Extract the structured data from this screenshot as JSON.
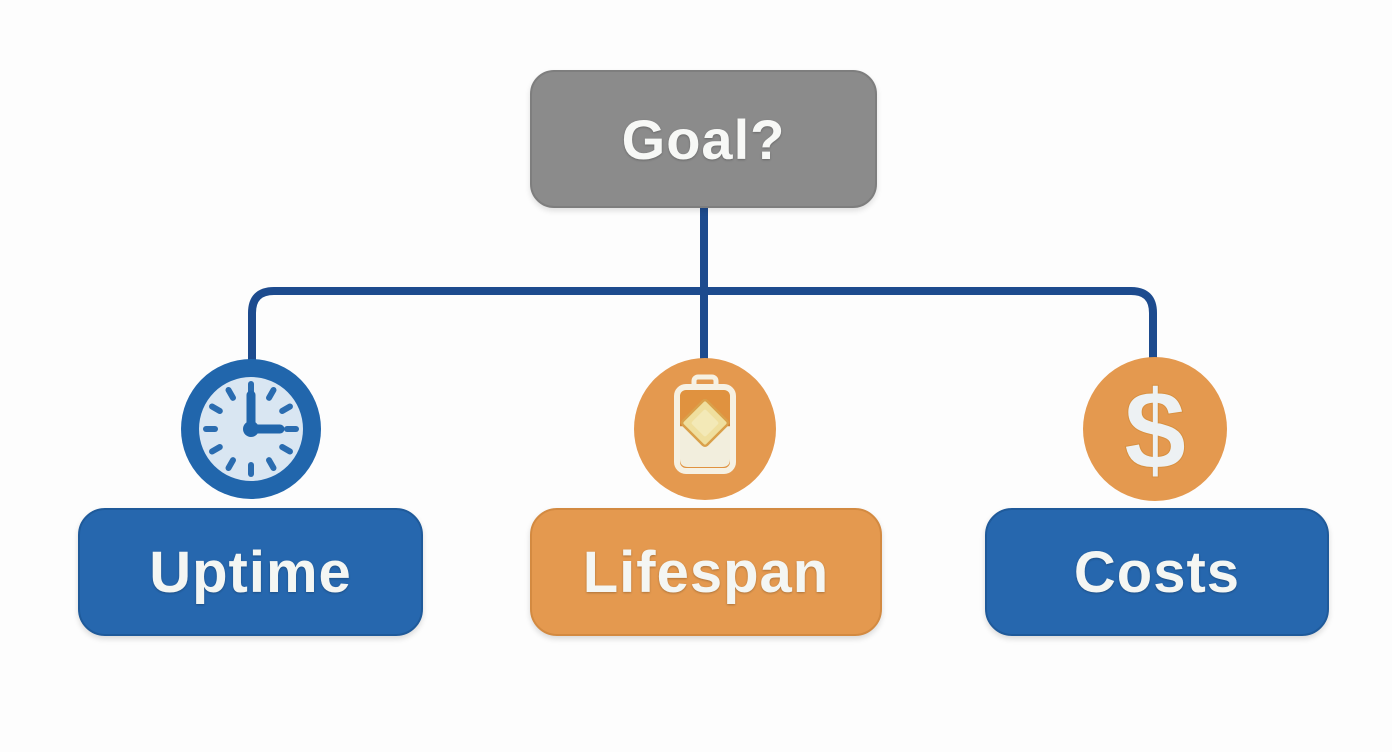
{
  "diagram": {
    "root": {
      "label": "Goal?"
    },
    "branches": [
      {
        "id": "uptime",
        "label": "Uptime",
        "icon": "clock-icon",
        "box_color": "#2667ae",
        "icon_color": "#2667ae"
      },
      {
        "id": "lifespan",
        "label": "Lifespan",
        "icon": "battery-icon",
        "box_color": "#e4994f",
        "icon_color": "#e4994f"
      },
      {
        "id": "costs",
        "label": "Costs",
        "icon": "dollar-icon",
        "box_color": "#2667ae",
        "icon_color": "#e4994f"
      }
    ],
    "icons": {
      "dollar_symbol": "$"
    },
    "colors": {
      "background": "#fdfdfd",
      "root_box": "#8b8b8b",
      "blue": "#2667ae",
      "orange": "#e4994f",
      "connector": "#1d4b8e",
      "label_text": "#f4f6f3",
      "clock_face": "#d9e6f2",
      "battery_fill": "#f2eedd",
      "battery_diamond": "#efdf9e"
    }
  }
}
